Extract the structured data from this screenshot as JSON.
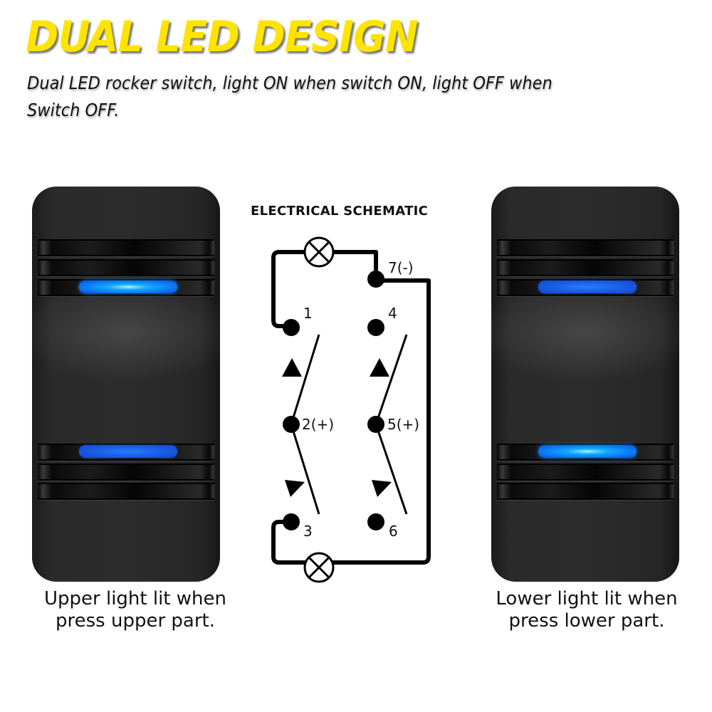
{
  "header": {
    "title": "DUAL LED DESIGN",
    "subtitle": "Dual LED rocker switch, light ON when switch ON, light OFF when Switch OFF.",
    "title_color": "#ffe400"
  },
  "schematic": {
    "title": "ELECTRICAL SCHEMATIC",
    "pins": [
      {
        "id": "pin-7",
        "label": "7(-)"
      },
      {
        "id": "pin-1",
        "label": "1"
      },
      {
        "id": "pin-4",
        "label": "4"
      },
      {
        "id": "pin-2",
        "label": "2(+)"
      },
      {
        "id": "pin-5",
        "label": "5(+)"
      },
      {
        "id": "pin-3",
        "label": "3"
      },
      {
        "id": "pin-6",
        "label": "6"
      }
    ],
    "lamps": [
      "top-lamp",
      "bottom-lamp"
    ]
  },
  "switches": [
    {
      "position": "left",
      "lit_led": "upper",
      "led_color": "#14a8ff",
      "caption_line1": "Upper light lit when",
      "caption_line2": "press upper part."
    },
    {
      "position": "right",
      "lit_led": "lower",
      "led_color": "#14a8ff",
      "caption_line1": "Lower light lit when",
      "caption_line2": "press lower part."
    }
  ]
}
